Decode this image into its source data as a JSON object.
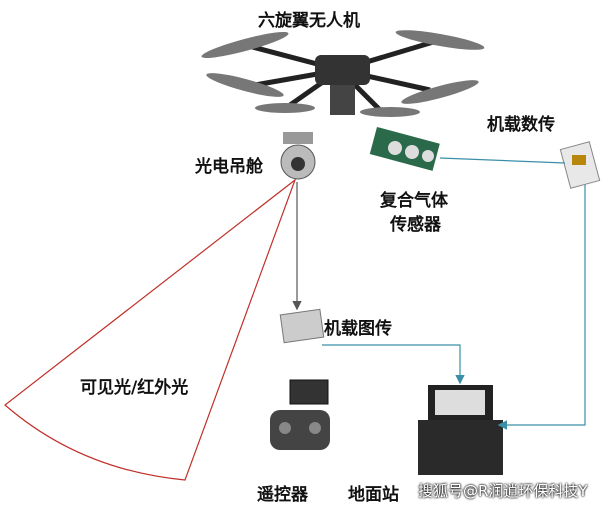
{
  "labels": {
    "hexacopter": "六旋翼无人机",
    "gimbal": "光电吊舱",
    "data_link": "机载数传",
    "gas_sensor_1": "复合气体",
    "gas_sensor_2": "传感器",
    "image_link": "机载图传",
    "light": "可见光/红外光",
    "remote": "遥控器",
    "ground_station": "地面站"
  },
  "watermark": "搜狐号@R润逍环保科技Y",
  "colors": {
    "cone": "#c0302a",
    "arrow": "#3a8fa8"
  }
}
